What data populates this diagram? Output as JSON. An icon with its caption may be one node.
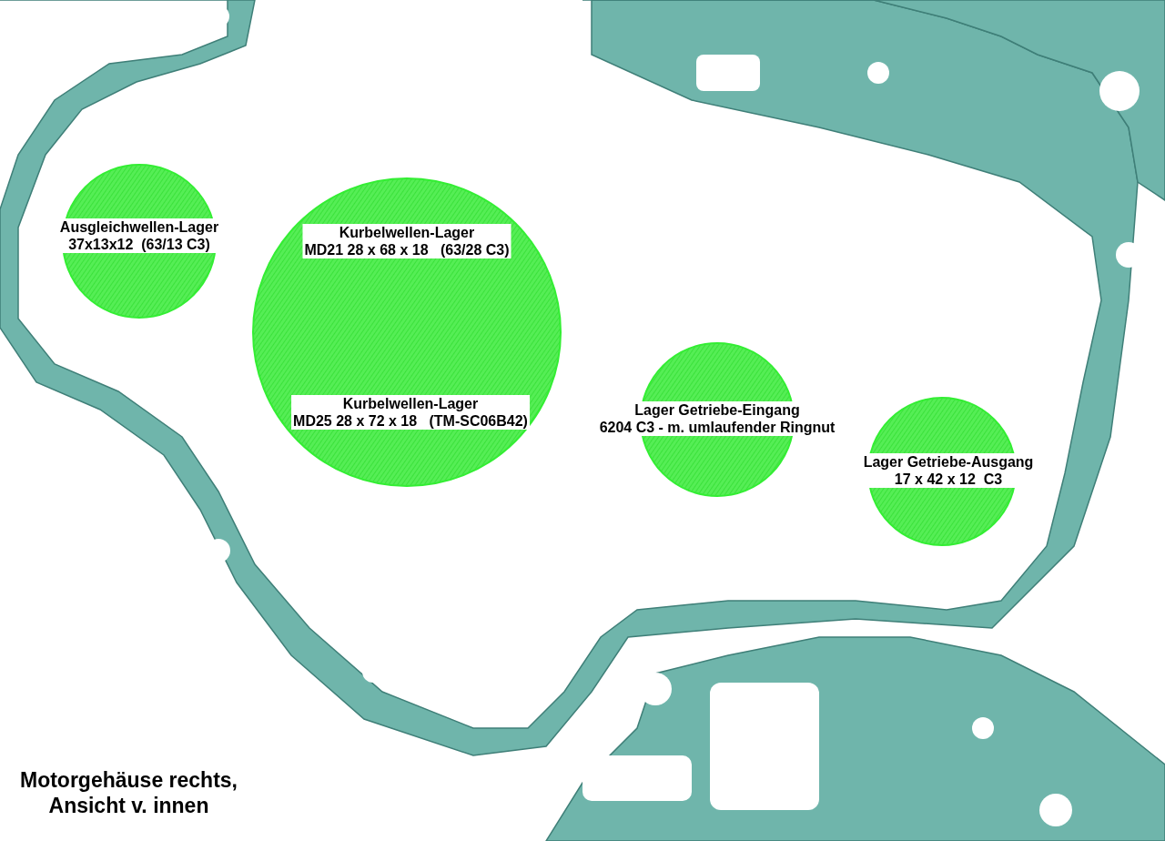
{
  "diagram": {
    "caption": "Motorgehäuse rechts, Ansicht v. innen",
    "nodes": [
      {
        "text": [
          "Ausgleichwellen-Lager 37x13x12  (63/13 C3)"
        ]
      },
      {
        "text": [
          "Kurbelwellen-Lager MD21 28 x 68 x 18   (63/28 C3)",
          "Kurbelwellen-Lager MD25 28 x 72 x 18   (TM-SC06B42)"
        ]
      },
      {
        "text": [
          "Lager Getriebe-Eingang 6204 C3 - m. umlaufender Ringnut"
        ]
      },
      {
        "text": [
          "Lager Getriebe-Ausgang 17 x 42 x 12  C3"
        ]
      }
    ],
    "edges": []
  }
}
